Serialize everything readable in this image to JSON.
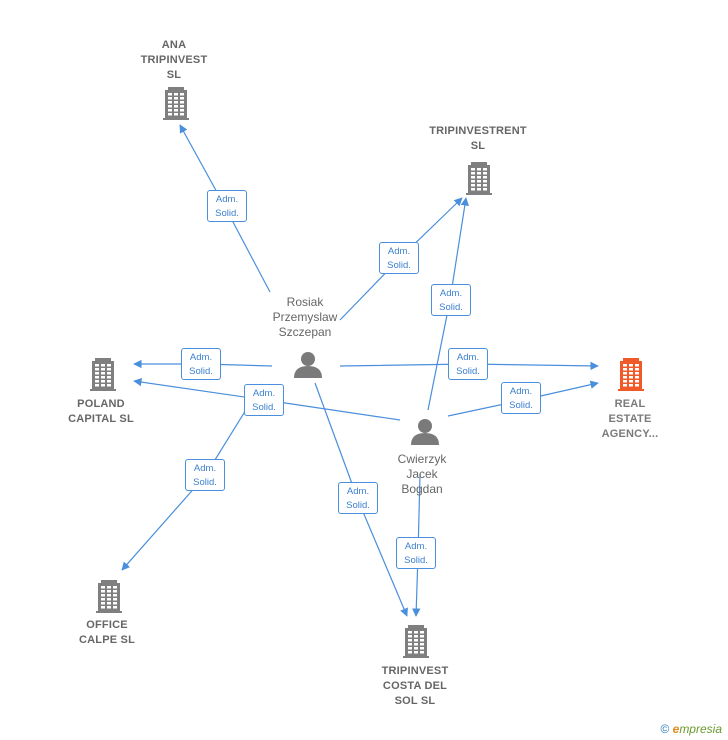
{
  "nodes": {
    "ana_tripinvest": {
      "type": "company",
      "lines": [
        "ANA",
        "TRIPINVEST",
        "SL"
      ],
      "highlight": false
    },
    "tripinvestrent": {
      "type": "company",
      "lines": [
        "TRIPINVESTRENT",
        "SL"
      ],
      "highlight": false
    },
    "poland_capital": {
      "type": "company",
      "lines": [
        "POLAND",
        "CAPITAL  SL"
      ],
      "highlight": false
    },
    "real_estate": {
      "type": "company",
      "lines": [
        "REAL",
        "ESTATE",
        "AGENCY..."
      ],
      "highlight": true
    },
    "office_calpe": {
      "type": "company",
      "lines": [
        "OFFICE",
        "CALPE  SL"
      ],
      "highlight": false
    },
    "tripinvest_costa": {
      "type": "company",
      "lines": [
        "TRIPINVEST",
        "COSTA DEL",
        "SOL  SL"
      ],
      "highlight": false
    },
    "rosiak": {
      "type": "person",
      "lines": [
        "Rosiak",
        "Przemyslaw",
        "Szczepan"
      ]
    },
    "cwierzyk": {
      "type": "person",
      "lines": [
        "Cwierzyk",
        "Jacek",
        "Bogdan"
      ]
    }
  },
  "edges": [
    {
      "from": "rosiak",
      "to": "ana_tripinvest",
      "label": [
        "Adm.",
        "Solid."
      ]
    },
    {
      "from": "rosiak",
      "to": "tripinvestrent",
      "label": [
        "Adm.",
        "Solid."
      ]
    },
    {
      "from": "cwierzyk",
      "to": "tripinvestrent",
      "label": [
        "Adm.",
        "Solid."
      ]
    },
    {
      "from": "rosiak",
      "to": "poland_capital",
      "label": [
        "Adm.",
        "Solid."
      ]
    },
    {
      "from": "cwierzyk",
      "to": "poland_capital",
      "label": [
        "Adm.",
        "Solid."
      ]
    },
    {
      "from": "rosiak",
      "to": "real_estate",
      "label": [
        "Adm.",
        "Solid."
      ]
    },
    {
      "from": "cwierzyk",
      "to": "real_estate",
      "label": [
        "Adm.",
        "Solid."
      ]
    },
    {
      "from": "rosiak",
      "to": "office_calpe",
      "label": [
        "Adm.",
        "Solid."
      ]
    },
    {
      "from": "rosiak",
      "to": "tripinvest_costa",
      "label": [
        "Adm.",
        "Solid."
      ]
    },
    {
      "from": "cwierzyk",
      "to": "tripinvest_costa",
      "label": [
        "Adm.",
        "Solid."
      ]
    }
  ],
  "colors": {
    "edge": "#4a8fdc",
    "company_icon": "#7f7f7f",
    "highlight_icon": "#f05a28",
    "person_icon": "#7a7a7a"
  },
  "footer": {
    "copyright": "©",
    "brand_e": "e",
    "brand_rest": "mpresia"
  }
}
